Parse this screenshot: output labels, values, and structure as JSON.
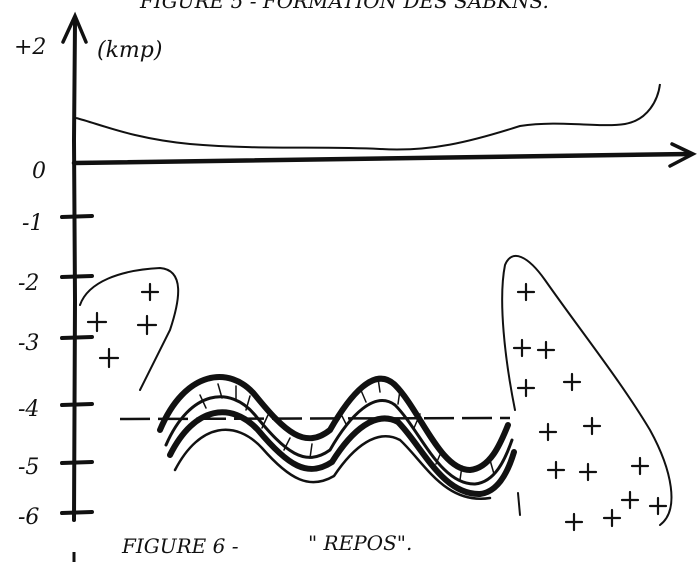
{
  "header": {
    "top_caption": "FIGURE 5 - FORMATION DES SABKNS."
  },
  "axis": {
    "unit": "(kmp)",
    "ticks": [
      "+2",
      "0",
      "-1",
      "-2",
      "-3",
      "-4",
      "-5",
      "-6"
    ]
  },
  "footer": {
    "caption": "FIGURE 6 -",
    "quote": "\" REPOS\"."
  },
  "colors": {
    "ink": "#111111",
    "paper": "#ffffff"
  }
}
